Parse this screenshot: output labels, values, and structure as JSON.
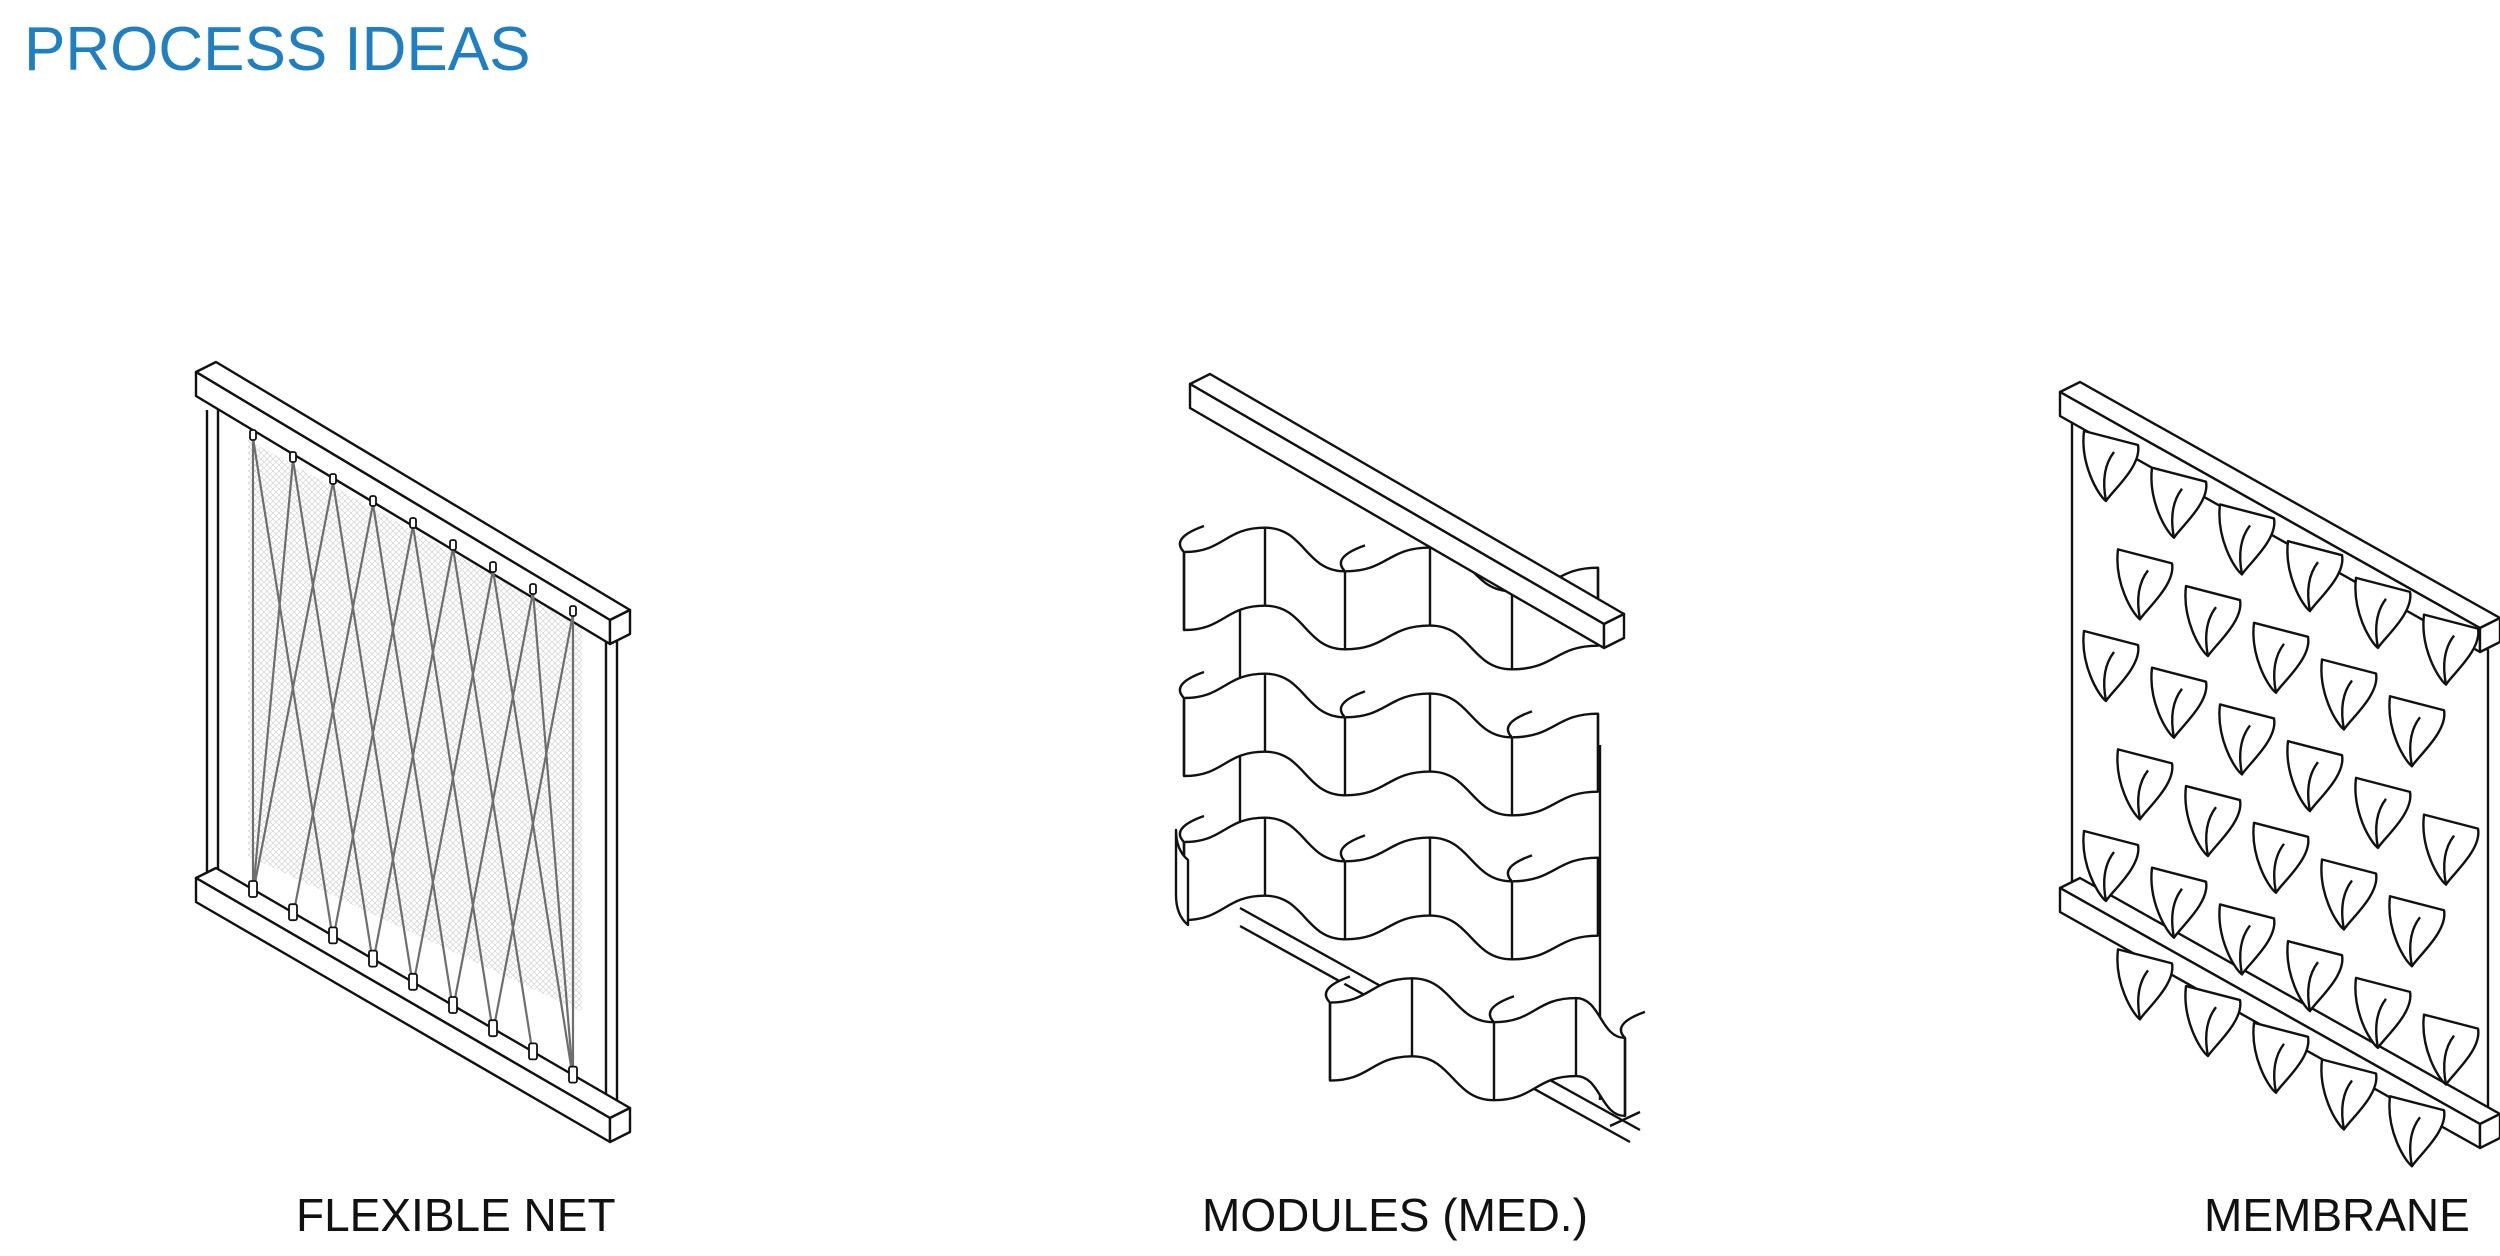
{
  "title": "PROCESS IDEAS",
  "colors": {
    "title": "#1f7fc1",
    "line": "#111111",
    "net": "#6e6e6e",
    "mesh": "#e6e6e6"
  },
  "concepts": [
    {
      "label": "FLEXIBLE NET"
    },
    {
      "label": "MODULES (MED.)"
    },
    {
      "label": "MEMBRANE"
    }
  ]
}
